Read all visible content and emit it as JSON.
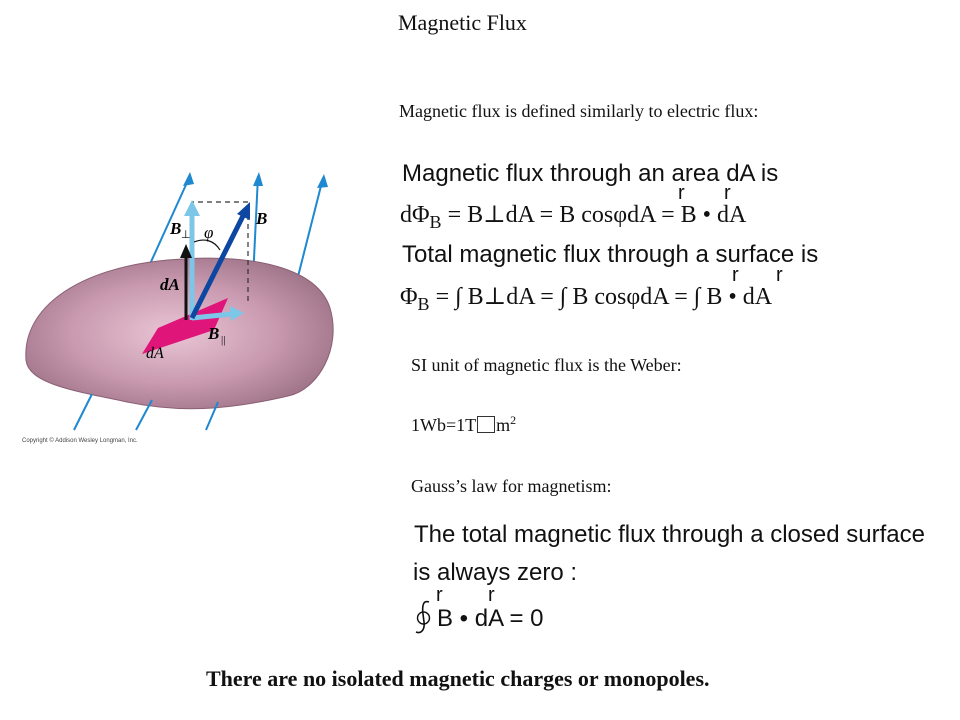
{
  "title": "Magnetic Flux",
  "intro": "Magnetic flux is defined similarly to electric flux:",
  "eq1": {
    "text": "Magnetic flux through an area dA is",
    "vec_mark": "r",
    "lhs": "dΦ",
    "sub_B": "B",
    "rhs": "= B⊥dA = B cosφdA = B • dA"
  },
  "eq2": {
    "text": "Total magnetic flux through a surface is",
    "vec_mark": "r",
    "lhs": "Φ",
    "sub_B": "B",
    "rhs": "= ∫ B⊥dA = ∫ B cosφdA = ∫ B • dA"
  },
  "si_unit_text": "SI unit of magnetic flux is the Weber:",
  "weber": "1Wb=1T",
  "weber_glyph": "",
  "weber_unit": "m",
  "weber_exp": "2",
  "gauss_title": "Gauss’s law for magnetism:",
  "gauss": {
    "line1": "The total magnetic flux through a closed surface",
    "line2": "is always zero :",
    "vec_mark": "r",
    "equation": "B • dA = 0"
  },
  "conclusion": "There are no isolated magnetic charges or monopoles.",
  "figure": {
    "label_B": "B",
    "label_Bperp": "B",
    "perp": "⊥",
    "label_phi": "φ",
    "label_dA_vec": "dA",
    "label_dA": "dA",
    "label_Bpar": "B",
    "par": "||",
    "copyright": "Copyright © Addison Wesley Longman, Inc.",
    "colors": {
      "field_line": "#1e88d0",
      "B_vector": "#0d47a1",
      "component": "#7cc6e8",
      "patch": "#e0157a",
      "surface": "#b88aa0"
    }
  }
}
